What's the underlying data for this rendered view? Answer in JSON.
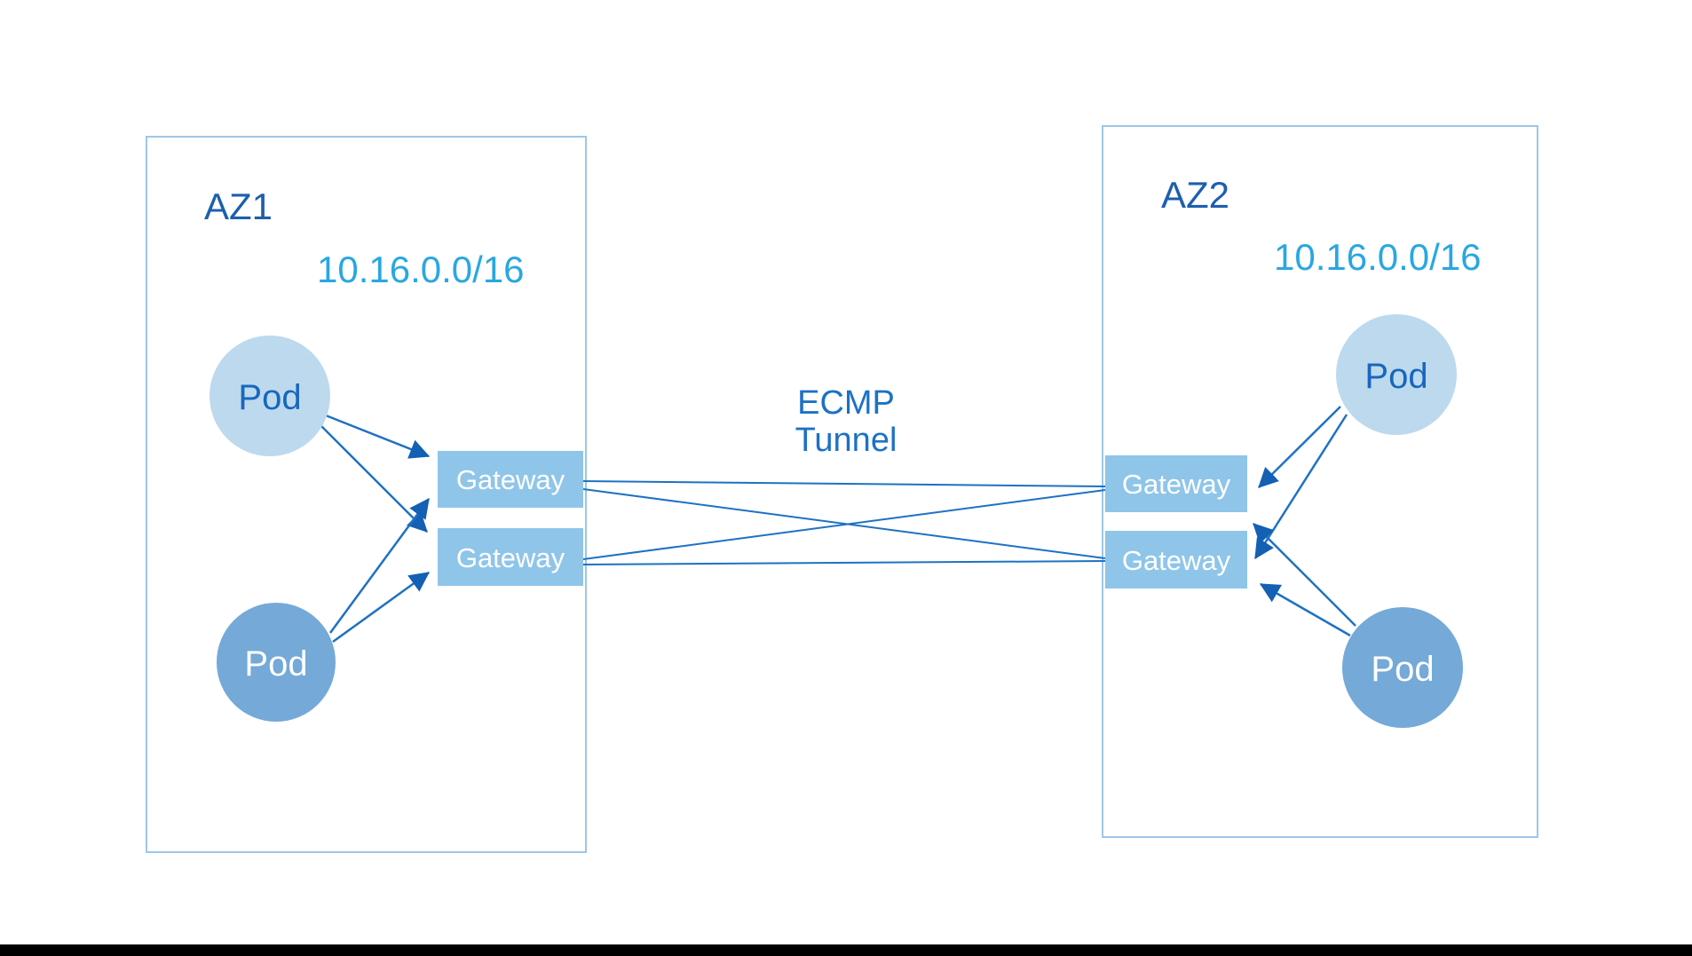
{
  "diagram": {
    "tunnel_label": {
      "line1": "ECMP",
      "line2": "Tunnel"
    },
    "zones": [
      {
        "label": "AZ1",
        "cidr": "10.16.0.0/16",
        "pods": [
          {
            "label": "Pod",
            "variant": "light"
          },
          {
            "label": "Pod",
            "variant": "dark"
          }
        ],
        "gateways": [
          {
            "label": "Gateway"
          },
          {
            "label": "Gateway"
          }
        ]
      },
      {
        "label": "AZ2",
        "cidr": "10.16.0.0/16",
        "pods": [
          {
            "label": "Pod",
            "variant": "light"
          },
          {
            "label": "Pod",
            "variant": "dark"
          }
        ],
        "gateways": [
          {
            "label": "Gateway"
          },
          {
            "label": "Gateway"
          }
        ]
      }
    ],
    "colors": {
      "zone_border": "#9dc6e8",
      "pod_light": "#bdd9ee",
      "pod_dark": "#74a9d8",
      "gateway_fill": "#8fc5e9",
      "line": "#1e72c2",
      "arrowhead": "#1360b4",
      "label_dark_blue": "#1d5fae",
      "cidr_cyan": "#29a7e1",
      "tunnel_text": "#1b72c4",
      "pod_text": "#1767bd",
      "text_on_dark": "#ffffff",
      "letterbox": "#000000"
    }
  }
}
